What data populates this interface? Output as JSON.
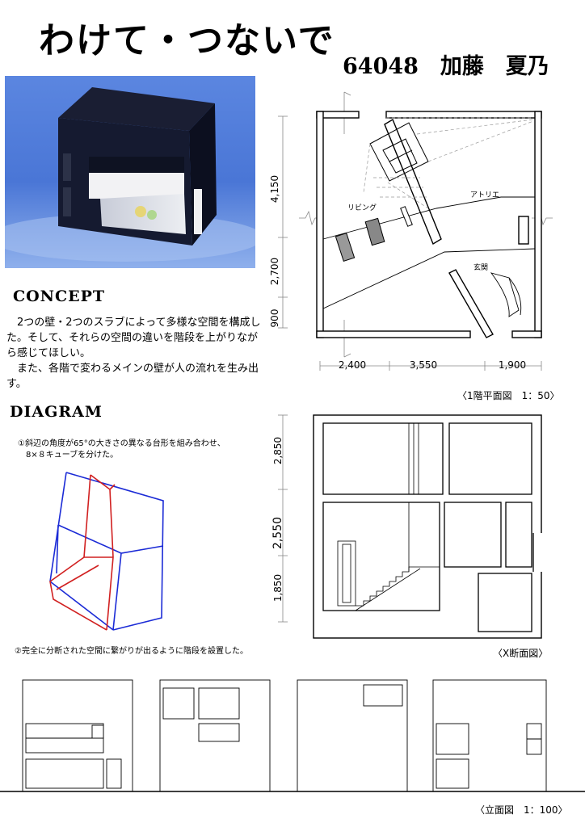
{
  "title": "わけて・つないで",
  "author": "64048　加藤　夏乃",
  "concept": {
    "heading": "CONCEPT",
    "paragraphs": [
      "　2つの壁・2つのスラブによって多様な空間を構成した。そして、それらの空間の違いを階段を上がりながら感じてほしい。",
      "　また、各階で変わるメインの壁が人の流れを生み出す。"
    ]
  },
  "diagram": {
    "heading": "DIAGRAM",
    "step1_line1": "①斜辺の角度が65°の大きさの異なる台形を組み合わせ、",
    "step1_line2": "8×８キューブを分けた。",
    "step2": "②完全に分断された空間に繋がりが出るように階段を設置した。"
  },
  "plan": {
    "caption": "〈1階平面図　1：50〉",
    "dims_vertical": [
      "4,150",
      "2,700",
      "900"
    ],
    "dims_horizontal": [
      "2,400",
      "3,550",
      "1,900"
    ],
    "rooms": {
      "living": "リビング",
      "atelier": "アトリエ",
      "entrance": "玄関"
    }
  },
  "section": {
    "caption": "〈X断面図〉",
    "dims_vertical": [
      "2,850",
      "2,550",
      "1,850"
    ]
  },
  "elevation": {
    "caption": "〈立面図　1：100〉"
  }
}
